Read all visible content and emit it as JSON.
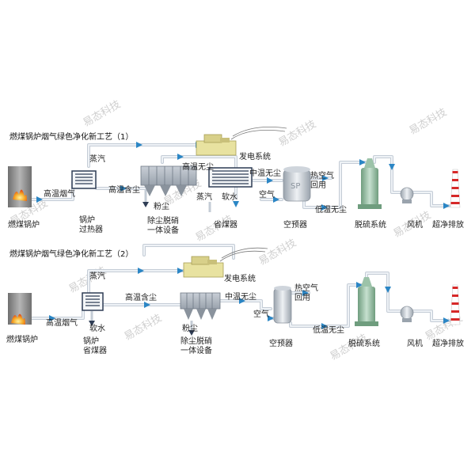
{
  "watermark": "易态科技",
  "diagram1": {
    "title": "燃煤锅炉烟气绿色净化新工艺（1）",
    "labels": {
      "boiler": "燃煤锅炉",
      "flue_gas": "高温烟气",
      "superheater": "锅炉\n过热器",
      "steam": "蒸汽",
      "dusty": "高温含尘",
      "power": "发电系统",
      "clean_hot": "高温无尘",
      "dust_unit": "除尘脱硝\n一体设备",
      "powder": "粉尘",
      "steam2": "蒸汽",
      "soft_water": "软水",
      "economizer": "省煤器",
      "mid_clean": "中温无尘",
      "air": "空气",
      "hot_air": "热空气\n回用",
      "preheater": "空预器",
      "low_clean": "低温无尘",
      "desulf": "脱硫系统",
      "fan": "风机",
      "exhaust": "超净排放"
    }
  },
  "diagram2": {
    "title": "燃煤锅炉烟气绿色净化新工艺（2）",
    "labels": {
      "boiler": "燃煤锅炉",
      "flue_gas": "高温烟气",
      "soft_water": "软水",
      "economizer": "锅炉\n省煤器",
      "steam": "蒸汽",
      "power": "发电系统",
      "dusty": "高温含尘",
      "powder": "粉尘",
      "dust_unit": "除尘脱硝\n一体设备",
      "mid_clean": "中温无尘",
      "air": "空气",
      "hot_air": "热空气\n回用",
      "preheater": "空预器",
      "low_clean": "低温无尘",
      "desulf": "脱硫系统",
      "fan": "风机",
      "exhaust": "超净排放"
    }
  },
  "colors": {
    "pipe": "#c4ccd6",
    "arrow": "#2b86c5",
    "boiler_gray": "#8c8c8c",
    "flame": "#f5a623",
    "generator": "#e8e2a0",
    "tower_green": "#8bb59a",
    "chimney_red": "#d62828"
  },
  "icons": [
    "boiler-icon",
    "heat-exchanger-icon",
    "bag-filter-icon",
    "generator-icon",
    "preheater-icon",
    "desulfurization-tower-icon",
    "fan-icon",
    "chimney-icon"
  ]
}
